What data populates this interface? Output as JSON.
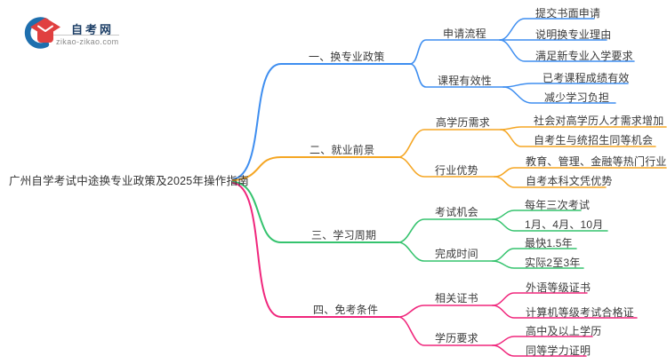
{
  "logo": {
    "title": "自考网",
    "domain": "zikao-zikao.com",
    "icon": "graduation-cap-crescent",
    "colors": {
      "blue": "#1e6fae",
      "red": "#e04040",
      "text": "#1c3e66"
    }
  },
  "central": {
    "title": "广州自学考试中途换专业政策及2025年操作指南"
  },
  "colors": {
    "branch1": "#3e8ef0",
    "branch2": "#f5a623",
    "branch3": "#35c36e",
    "branch4": "#f0267c",
    "text": "#3a3a3a"
  },
  "branches": [
    {
      "label": "一、换专业政策",
      "color": "#3e8ef0",
      "children": [
        {
          "label": "申请流程",
          "leaves": [
            "提交书面申请",
            "说明换专业理由",
            "满足新专业入学要求"
          ]
        },
        {
          "label": "课程有效性",
          "leaves": [
            "已考课程成绩有效",
            "减少学习负担"
          ]
        }
      ]
    },
    {
      "label": "二、就业前景",
      "color": "#f5a623",
      "children": [
        {
          "label": "高学历需求",
          "leaves": [
            "社会对高学历人才需求增加",
            "自考生与统招生同等机会"
          ]
        },
        {
          "label": "行业优势",
          "leaves": [
            "教育、管理、金融等热门行业",
            "自考本科文凭优势"
          ]
        }
      ]
    },
    {
      "label": "三、学习周期",
      "color": "#35c36e",
      "children": [
        {
          "label": "考试机会",
          "leaves": [
            "每年三次考试",
            "1月、4月、10月"
          ]
        },
        {
          "label": "完成时间",
          "leaves": [
            "最快1.5年",
            "实际2至3年"
          ]
        }
      ]
    },
    {
      "label": "四、免考条件",
      "color": "#f0267c",
      "children": [
        {
          "label": "相关证书",
          "leaves": [
            "外语等级证书",
            "计算机等级考试合格证"
          ]
        },
        {
          "label": "学历要求",
          "leaves": [
            "高中及以上学历",
            "同等学力证明"
          ]
        }
      ]
    }
  ]
}
